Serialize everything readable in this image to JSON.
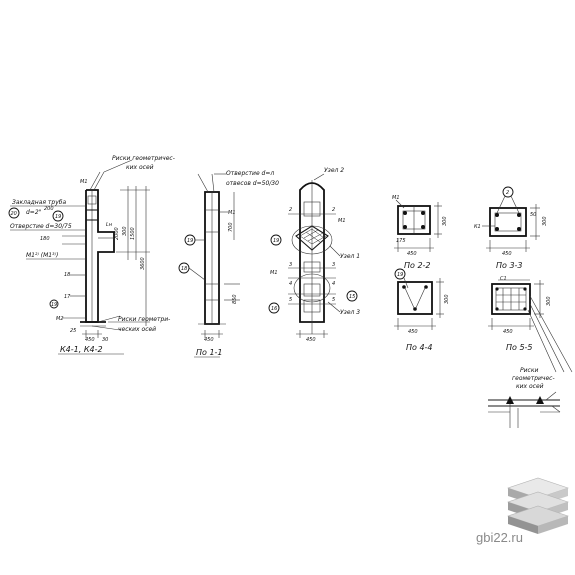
{
  "watermark": {
    "text": "gbi22.ru"
  },
  "column": {
    "notes": {
      "marks_top_line1": "Риски геометричес-",
      "marks_top_line2": "ких осей",
      "pipe_line1": "Закладная труба",
      "pipe_line2": "d=2\"",
      "hole_left": "Отверстие d=30/75",
      "mark_label": "M1²⁾ (M1³⁾)",
      "marks_bottom_line1": "Риски геометри-",
      "marks_bottom_line2": "ческих осей"
    },
    "labels": {
      "m1_top": "M1",
      "n20": "20",
      "n19_a": "19",
      "n18_a": "18",
      "n17": "17",
      "m2": "M2",
      "n19_b": "19"
    },
    "dims": {
      "d_200": "200",
      "d_180": "180",
      "d_300": "300",
      "d_ln": "Lн",
      "d_450": "450",
      "d_25": "25",
      "d_30": "30",
      "d_2000": "2000",
      "d_1500": "1500",
      "d_3600": "3600"
    },
    "title": "К4-1, К4-2"
  },
  "section11": {
    "notes": {
      "hole_line1": "Отверстие d=л",
      "hole_line2": "отвесов d=50/30"
    },
    "labels": {
      "n19": "19",
      "n18": "18",
      "m1": "M1",
      "d_700": "700",
      "d_450": "450",
      "d_850": "850"
    },
    "title": "По 1-1"
  },
  "nodes": {
    "labels": {
      "uzel2": "Узел 2",
      "uzel1": "Узел 1",
      "uzel3": "Узел 3",
      "n2a": "2",
      "n2b": "2",
      "n3a": "3",
      "n3b": "3",
      "n4a": "4",
      "n4b": "4",
      "n5a": "5",
      "n5b": "5",
      "m1a": "M1",
      "m1b": "M1",
      "n19": "19",
      "n16": "16",
      "n15": "15",
      "d_450": "450"
    }
  },
  "section22": {
    "labels": {
      "m1": "M1",
      "d_175": "175",
      "d_450": "450",
      "d_300": "300"
    },
    "title": "По 2-2"
  },
  "section33": {
    "labels": {
      "n2": "2",
      "k1": "К1",
      "d_450": "450",
      "d_300": "300",
      "d_50": "50"
    },
    "title": "По 3-3"
  },
  "section44": {
    "labels": {
      "n19": "19",
      "d_450": "450",
      "d_300": "300"
    },
    "title": "По 4-4"
  },
  "section55": {
    "labels": {
      "c1": "С1",
      "d_450": "450",
      "d_300": "300"
    },
    "title": "По 5-5"
  },
  "detail": {
    "notes": {
      "line1": "Риски",
      "line2": "геометричес-",
      "line3": "ких осей"
    }
  },
  "logo": {
    "name": "layered-slab-logo"
  }
}
